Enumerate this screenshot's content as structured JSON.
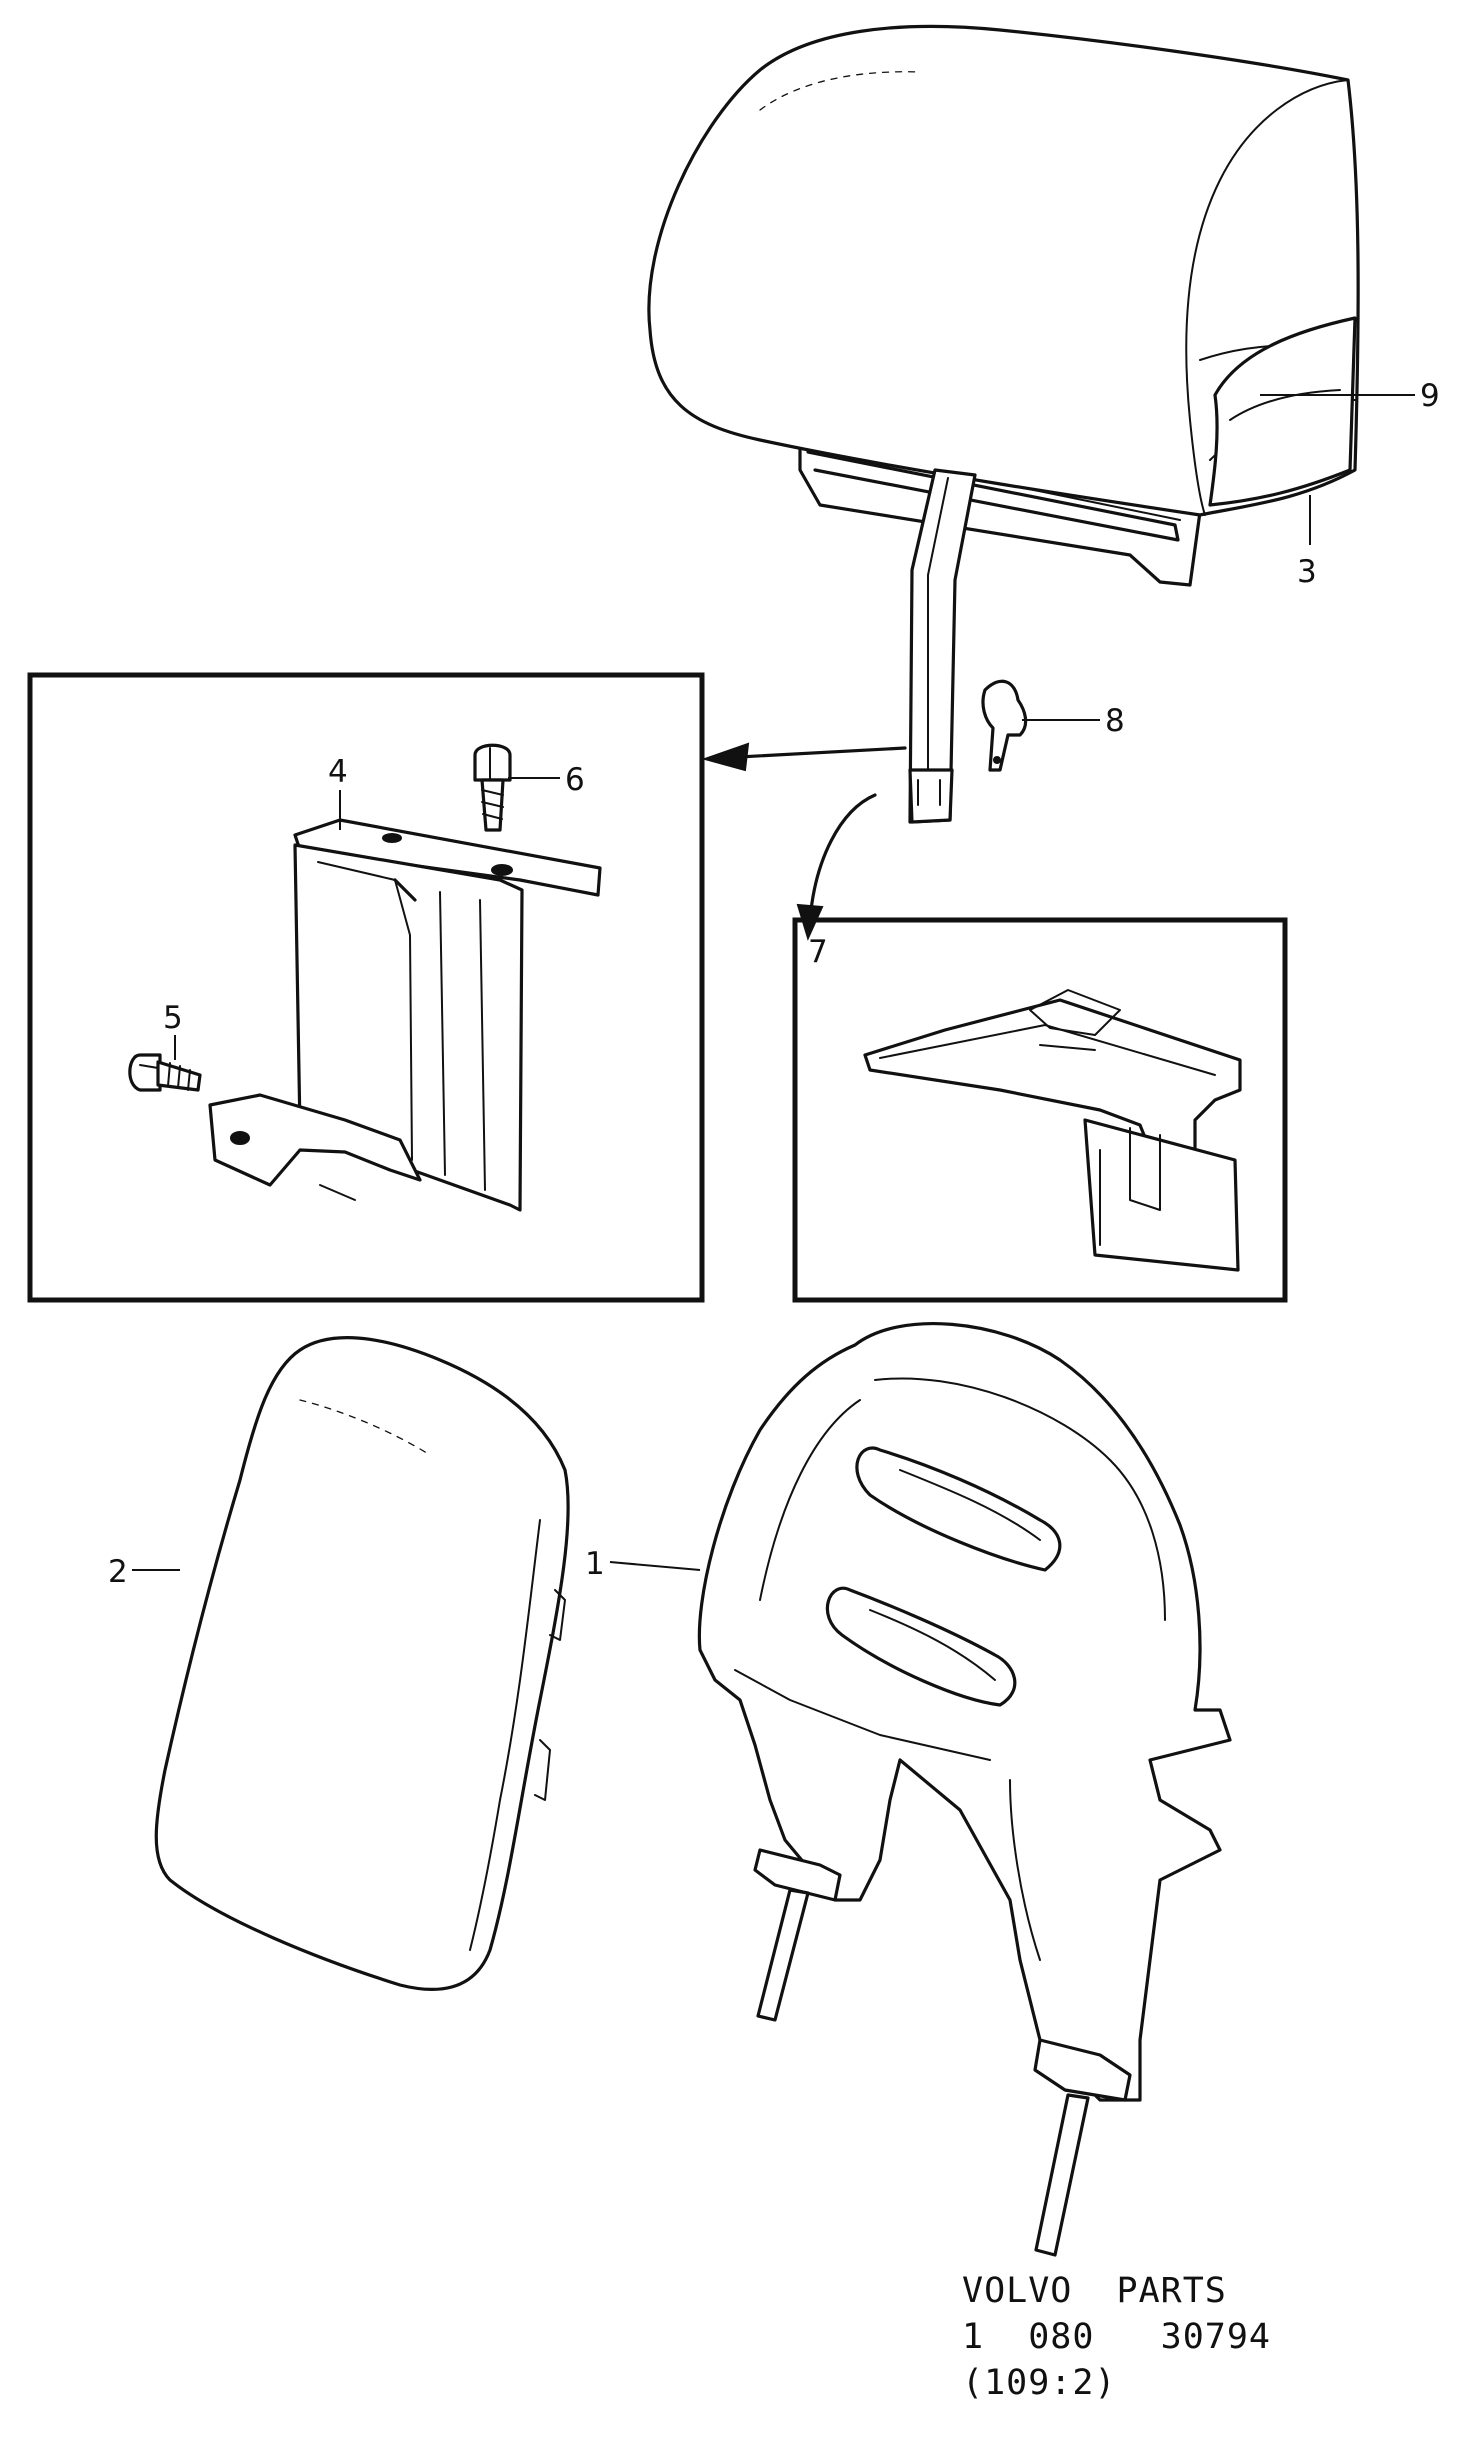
{
  "callouts": {
    "c1": "1",
    "c2": "2",
    "c3": "3",
    "c4": "4",
    "c5": "5",
    "c6": "6",
    "c7": "7",
    "c8": "8",
    "c9": "9"
  },
  "footer": {
    "line1": "VOLVO  PARTS",
    "line2": "1  080   30794",
    "line3": "(109:2)"
  }
}
